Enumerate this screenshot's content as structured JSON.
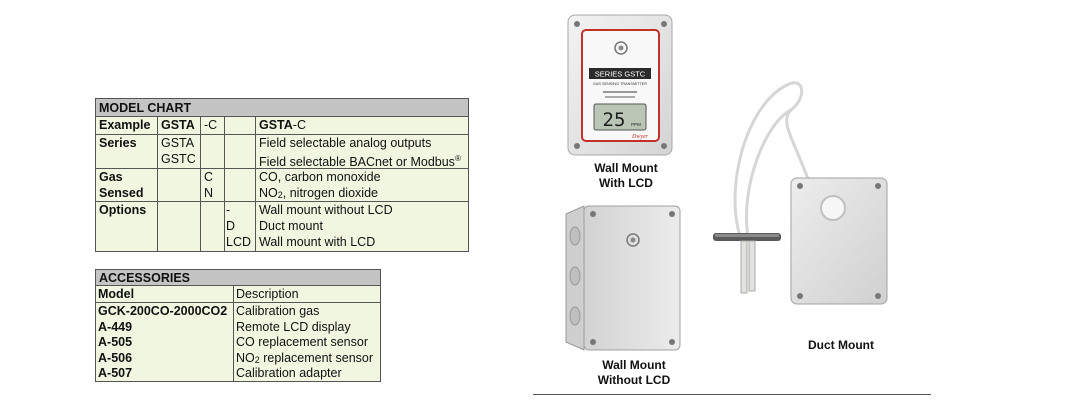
{
  "model_chart": {
    "title": "MODEL CHART",
    "example": {
      "label": "Example",
      "base": "GSTA",
      "suffix": "-C",
      "result_prefix": "GSTA",
      "result_suffix": "-C"
    },
    "series": {
      "label": "Series",
      "models": [
        "GSTA",
        "GSTC"
      ],
      "descriptions": [
        "Field selectable analog outputs",
        "Field selectable BACnet or Modbus"
      ],
      "registered_mark": "®"
    },
    "gas": {
      "label_line1": "Gas",
      "label_line2": "Sensed",
      "codes": [
        "C",
        "N"
      ],
      "desc_co": "CO, carbon monoxide",
      "desc_no2_prefix": "NO",
      "desc_no2_sub": "2",
      "desc_no2_suffix": ", nitrogen dioxide"
    },
    "options": {
      "label": "Options",
      "codes": [
        "-",
        "D",
        "LCD"
      ],
      "descriptions": [
        "Wall mount without LCD",
        "Duct mount",
        "Wall mount with LCD"
      ]
    }
  },
  "accessories": {
    "title": "ACCESSORIES",
    "col_model": "Model",
    "col_description": "Description",
    "rows": [
      {
        "model": "GCK-200CO-2000CO2",
        "description": "Calibration gas"
      },
      {
        "model": "A-449",
        "description": "Remote LCD display"
      },
      {
        "model": "A-505",
        "description": "CO replacement sensor"
      },
      {
        "model": "A-506",
        "desc_prefix": "NO",
        "desc_sub": "2",
        "desc_suffix": " replacement sensor"
      },
      {
        "model": "A-507",
        "description": "Calibration adapter"
      }
    ]
  },
  "products": {
    "wall_lcd": {
      "caption_line1": "Wall Mount",
      "caption_line2": "With LCD",
      "label_series": "SERIES GSTC",
      "label_sub": "GAS SENSING TRANSMITTER",
      "lcd_value": "25",
      "lcd_unit": "PPM",
      "brand": "Dwyer"
    },
    "wall_no_lcd": {
      "caption_line1": "Wall Mount",
      "caption_line2": "Without LCD"
    },
    "duct": {
      "caption": "Duct Mount"
    }
  },
  "colors": {
    "table_bg": "#f1f6e1",
    "title_bar": "#c4c4c4",
    "label_red": "#c4302b",
    "enclosure": "#e6e6e6"
  }
}
